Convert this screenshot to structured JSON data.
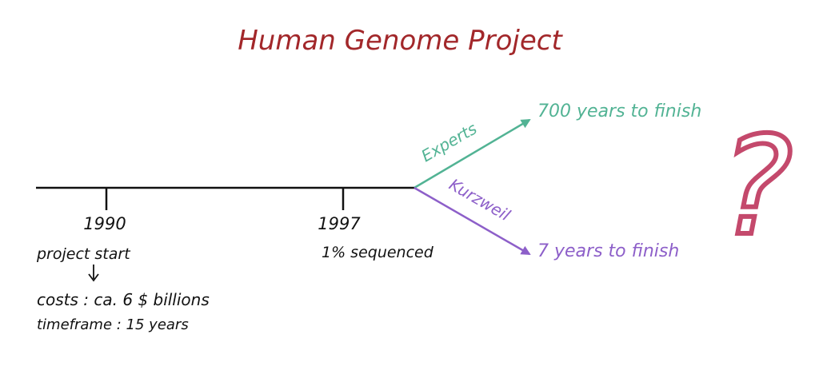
{
  "title": "Human Genome Project",
  "milestones": [
    {
      "year": "1990",
      "caption": "project start",
      "details": [
        "costs : ca. 6 $ billions",
        "timeframe : 15 years"
      ]
    },
    {
      "year": "1997",
      "caption": "1% sequenced"
    }
  ],
  "branches": [
    {
      "label": "Experts",
      "outcome": "700 years to finish"
    },
    {
      "label": "Kurzweil",
      "outcome": "7 years to finish"
    }
  ],
  "question_mark": "?",
  "colors": {
    "title": "#a2272a",
    "timeline": "#111111",
    "experts": "#52b394",
    "kurzweil": "#8d5fc9",
    "question_mark": "#c4496c"
  }
}
